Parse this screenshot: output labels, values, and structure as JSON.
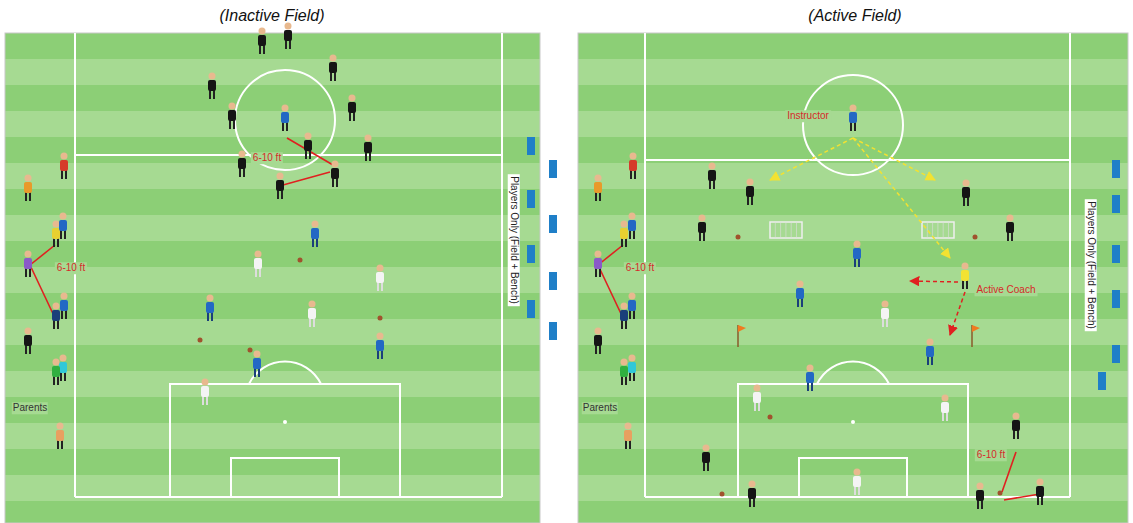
{
  "diagram": {
    "labels": [
      "(Inactive Field)",
      "(Active Field)",
      "6-10 ft",
      "6-10 ft",
      "Parents",
      "Players Only (Field + Bench)",
      "Instructor",
      "Active Coach",
      "6-10 ft",
      "6-10 ft",
      "Parents",
      "Players Only (Field + Bench)"
    ]
  }
}
